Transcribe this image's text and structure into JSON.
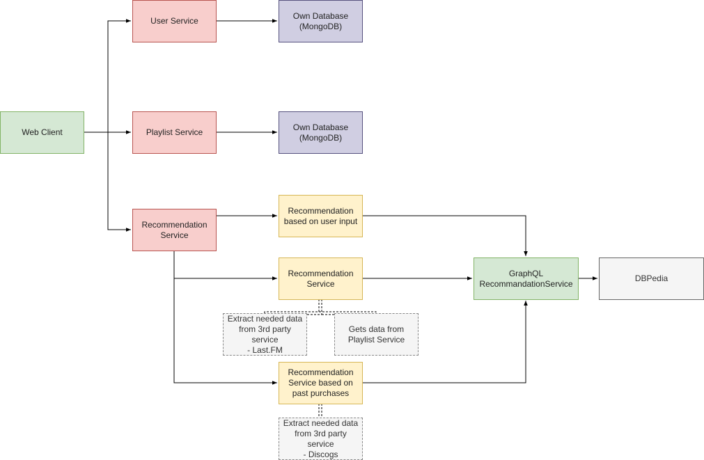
{
  "diagram": {
    "nodes": {
      "web_client": "Web Client",
      "user_service": "User Service",
      "user_db": "Own Database\n(MongoDB)",
      "playlist_service": "Playlist Service",
      "playlist_db": "Own Database\n(MongoDB)",
      "recommendation_service": "Recommendation\nService",
      "rec_user_input": "Recommendation\nbased on user input",
      "rec_service": "Recommendation\nService",
      "rec_past_purchases": "Recommendation\nService based on\npast purchases",
      "graphql": "GraphQL\nRecommandationService",
      "dbpedia": "DBPedia",
      "note_lastfm": "Extract needed data\nfrom 3rd party service\n- Last.FM",
      "note_playlist": "Gets data from\nPlaylist Service",
      "note_discogs": "Extract needed data\nfrom 3rd party service\n- Discogs"
    },
    "colors": {
      "client_fill": "#d5e8d4",
      "service_fill": "#f8cecc",
      "database_fill": "#d0cee2",
      "recommendation_fill": "#fff2cc",
      "external_fill": "#f5f5f5",
      "edge": "#000000"
    }
  }
}
